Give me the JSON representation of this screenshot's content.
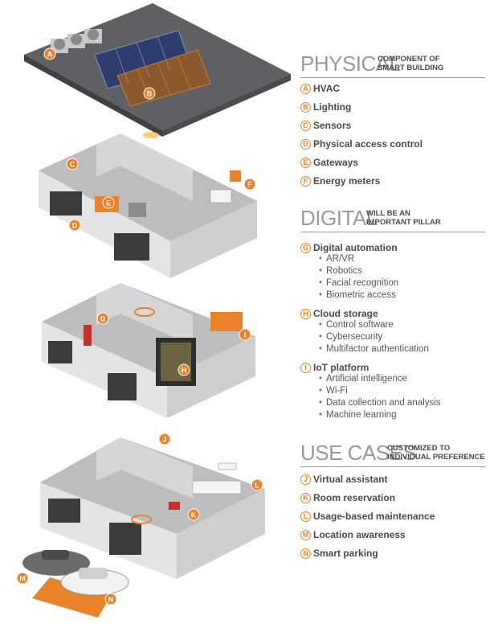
{
  "sections": [
    {
      "title": "PHYSICAL",
      "subtitle": "COMPONENT OF\nSMART BUILDING",
      "items": [
        {
          "letter": "A",
          "label": "HVAC",
          "subitems": []
        },
        {
          "letter": "B",
          "label": "Lighting",
          "subitems": []
        },
        {
          "letter": "C",
          "label": "Sensors",
          "subitems": []
        },
        {
          "letter": "D",
          "label": "Physical access control",
          "subitems": []
        },
        {
          "letter": "E",
          "label": "Gateways",
          "subitems": []
        },
        {
          "letter": "F",
          "label": "Energy meters",
          "subitems": []
        }
      ]
    },
    {
      "title": "DIGITAL",
      "subtitle": "WILL BE AN\nIMPORTANT PILLAR",
      "items": [
        {
          "letter": "G",
          "label": "Digital automation",
          "subitems": [
            "AR/VR",
            "Robotics",
            "Facial recognition",
            "Biometric access"
          ]
        },
        {
          "letter": "H",
          "label": "Cloud storage",
          "subitems": [
            "Control software",
            "Cybersecurity",
            "Multifactor authentication"
          ]
        },
        {
          "letter": "I",
          "label": "IoT platform",
          "subitems": [
            "Artificial intelligence",
            "Wi-Fi",
            "Data collection and analysis",
            "Machine learning"
          ]
        }
      ]
    },
    {
      "title": "USE CASES",
      "subtitle": "CUSTOMIZED TO\nINDIVIDUAL PREFERENCE",
      "items": [
        {
          "letter": "J",
          "label": "Virtual assistant",
          "subitems": []
        },
        {
          "letter": "K",
          "label": "Room reservation",
          "subitems": []
        },
        {
          "letter": "L",
          "label": "Usage-based maintenance",
          "subitems": []
        },
        {
          "letter": "M",
          "label": "Location awareness",
          "subitems": []
        },
        {
          "letter": "N",
          "label": "Smart parking",
          "subitems": []
        }
      ]
    }
  ],
  "markers": [
    "A",
    "B",
    "C",
    "D",
    "E",
    "F",
    "G",
    "H",
    "I",
    "J",
    "K",
    "L",
    "M",
    "N"
  ],
  "colors": {
    "accent": "#e8832a",
    "heading_grey": "#9a9a9a",
    "text": "#4a4a4a",
    "roof": "#5f6063",
    "wall": "#d6d6d6",
    "floor": "#bdbdbd"
  }
}
